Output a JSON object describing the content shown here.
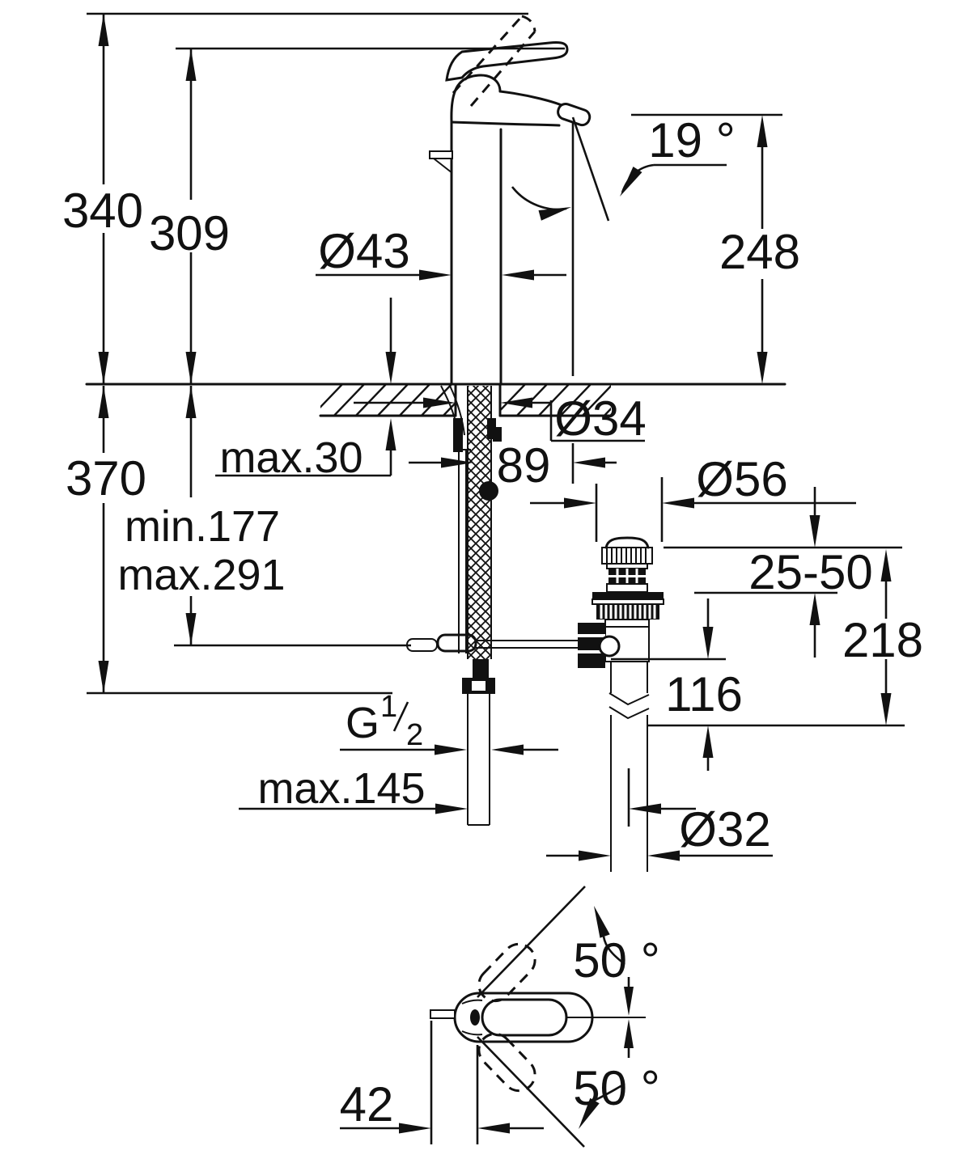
{
  "front": {
    "overall_height": "340",
    "height_to_spout": "309",
    "spout_angle": "19 °",
    "body_diameter": "Ø43",
    "outlet_height": "248",
    "below_deck_height": "370",
    "deck_thickness": "max.30",
    "hole_diameter": "Ø34",
    "spout_reach": "89",
    "rod_min": "min.177",
    "rod_max": "max.291",
    "waste_flange_diameter": "Ø56",
    "waste_adjust_range": "25-50",
    "waste_height": "218",
    "waste_lower_height": "116",
    "thread_letter": "G",
    "thread_numerator": "1",
    "thread_denominator": "2",
    "hose_max_length": "max.145",
    "waste_pipe_diameter": "Ø32"
  },
  "top": {
    "swivel_upper": "50 °",
    "swivel_lower": "50 °",
    "handle_offset": "42"
  }
}
